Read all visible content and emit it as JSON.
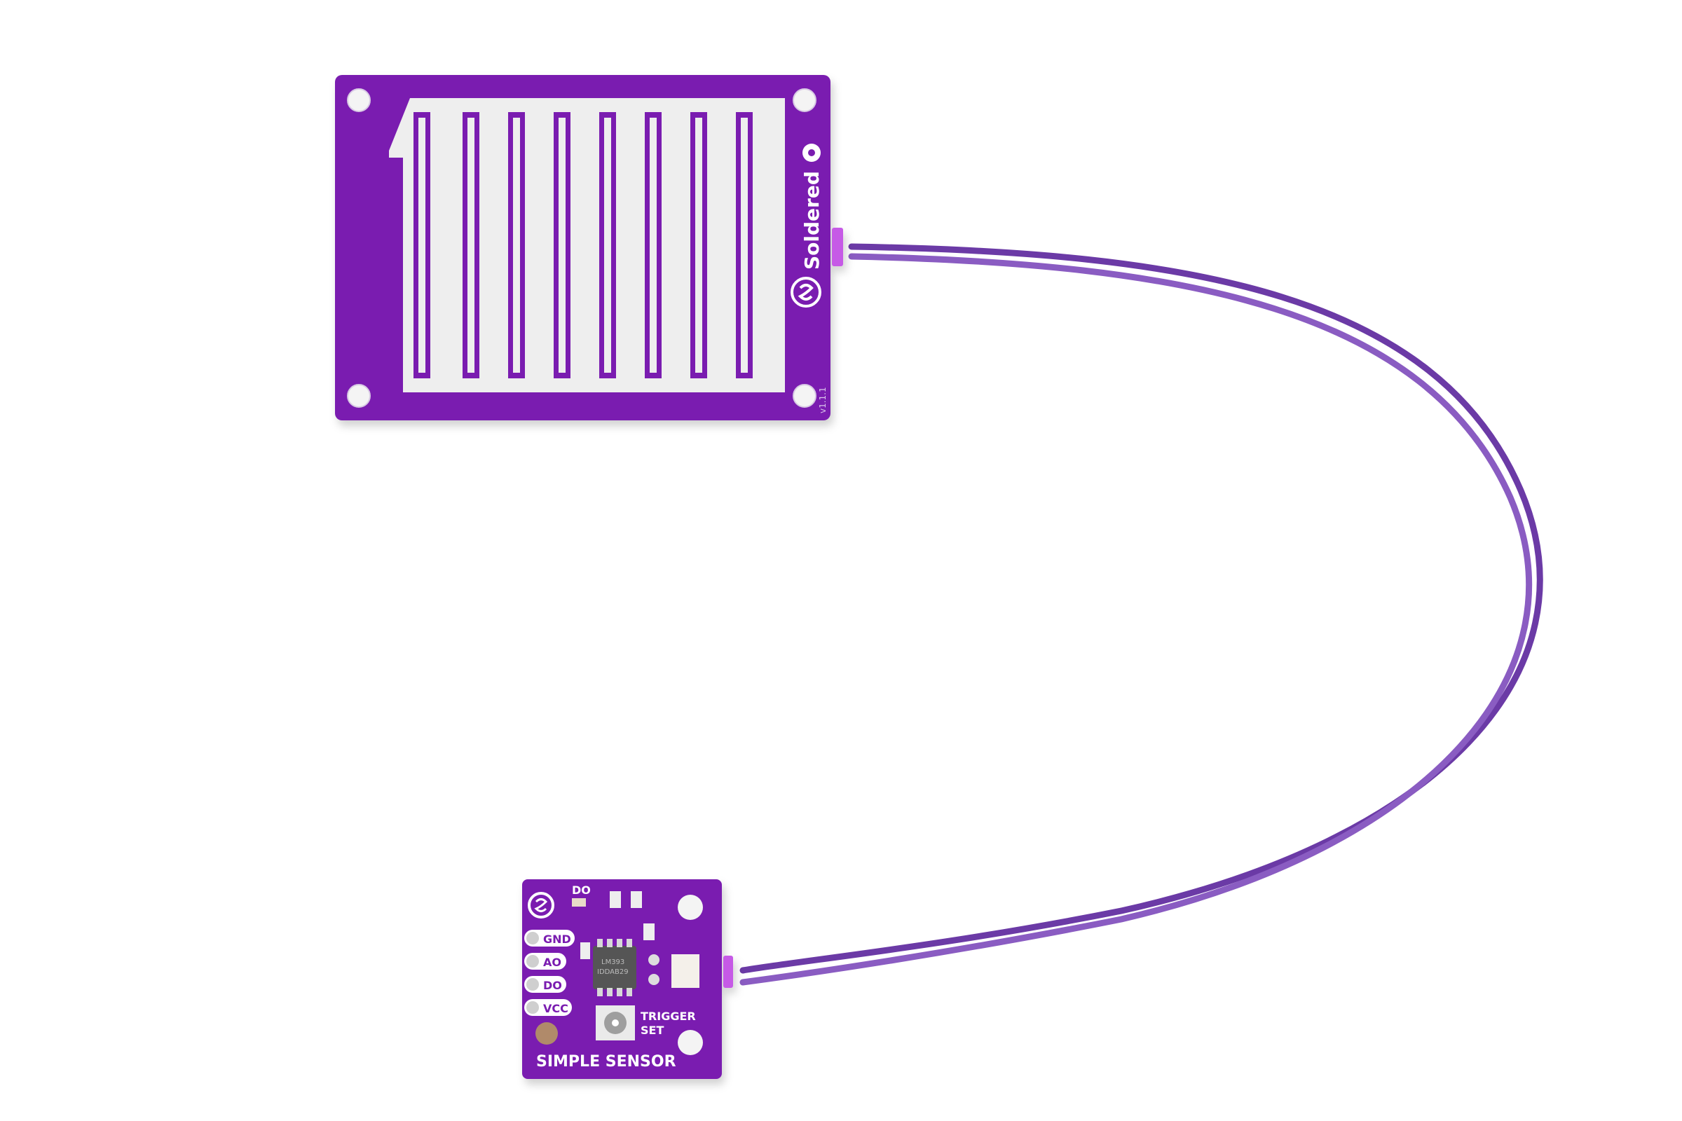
{
  "scene": {
    "background": "#ffffff",
    "description": "Rain sensor kit: sensing plate connected by two-wire cable to comparator module"
  },
  "sensor_plate": {
    "brand": "Soldered",
    "version": "v1.1.1",
    "color": "#7a1fb0",
    "trace_color": "#eeeeee"
  },
  "module": {
    "title": "SIMPLE SENSOR",
    "led_label": "DO",
    "pins": [
      "GND",
      "AO",
      "DO",
      "VCC"
    ],
    "chip_line1": "LM393",
    "chip_line2": "IDDAB29",
    "pot_label_1": "TRIGGER",
    "pot_label_2": "SET",
    "color": "#7a1fb0"
  },
  "cable": {
    "color": "#7b4bb0",
    "connector_color": "#c65ae6"
  }
}
